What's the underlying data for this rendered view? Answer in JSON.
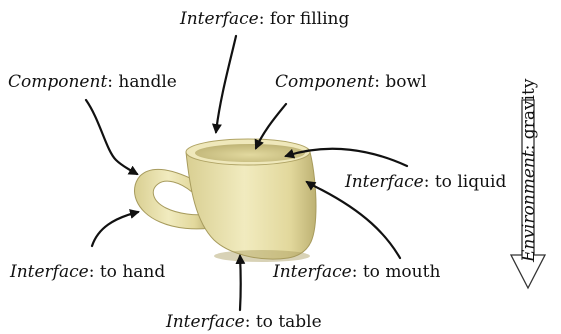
{
  "labels": {
    "for_filling": {
      "kind": "Interface",
      "sep": ": ",
      "text": "for filling"
    },
    "bowl": {
      "kind": "Component",
      "sep": ": ",
      "text": "bowl"
    },
    "handle": {
      "kind": "Component",
      "sep": ": ",
      "text": "handle"
    },
    "to_liquid": {
      "kind": "Interface",
      "sep": ": ",
      "text": "to liquid"
    },
    "to_hand": {
      "kind": "Interface",
      "sep": ": ",
      "text": "to hand"
    },
    "to_mouth": {
      "kind": "Interface",
      "sep": ": ",
      "text": "to mouth"
    },
    "to_table": {
      "kind": "Interface",
      "sep": ": ",
      "text": "to table"
    },
    "environment": {
      "kind": "Environment",
      "sep": ": ",
      "text": "gravity"
    }
  },
  "colors": {
    "cup_body": "#e8e0a6",
    "cup_shadow": "#b9ad6c",
    "cup_inner": "#cfc58a",
    "arrow": "#111111"
  }
}
